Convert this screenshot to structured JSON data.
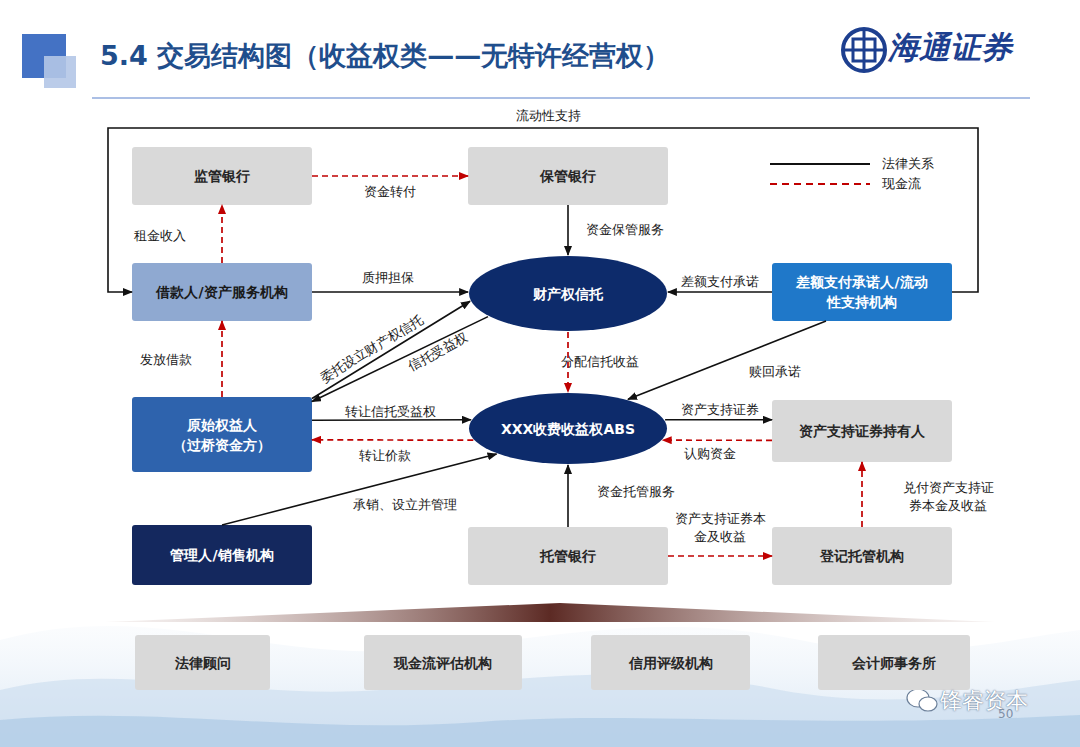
{
  "diagram": {
    "title": "5.4 交易结构图（收益权类——无特许经营权）",
    "nodes": [
      {
        "text": [
          "监管银行"
        ]
      },
      {
        "text": [
          "保管银行"
        ]
      },
      {
        "text": [
          "借款人/资产服务机构"
        ]
      },
      {
        "text": [
          "财产权信托"
        ]
      },
      {
        "text": [
          "差额支付承诺人/流动 性支持机构"
        ]
      },
      {
        "text": [
          "原始权益人 （过桥资金方）"
        ]
      },
      {
        "text": [
          "XXX收费收益权ABS"
        ]
      },
      {
        "text": [
          "资产支持证券持有人"
        ]
      },
      {
        "text": [
          "管理人/销售机构"
        ]
      },
      {
        "text": [
          "托管银行"
        ]
      },
      {
        "text": [
          "登记托管机构"
        ]
      },
      {
        "text": [
          "法律顾问"
        ]
      },
      {
        "text": [
          "现金流评估机构"
        ]
      },
      {
        "text": [
          "信用评级机构"
        ]
      },
      {
        "text": [
          "会计师事务所"
        ]
      }
    ],
    "edges": [
      {
        "from": 4,
        "to": 2,
        "label": "流动性支持",
        "arrow": "to"
      },
      {
        "from": 0,
        "to": 1,
        "label": "资金转付",
        "arrow": "to"
      },
      {
        "from": 2,
        "to": 0,
        "label": "租金收入",
        "arrow": "to"
      },
      {
        "from": 1,
        "to": 3,
        "label": "资金保管服务",
        "arrow": "to"
      },
      {
        "from": 2,
        "to": 3,
        "label": "质押担保",
        "arrow": "to"
      },
      {
        "from": 4,
        "to": 3,
        "label": "差额支付承诺",
        "arrow": "to"
      },
      {
        "from": 5,
        "to": 2,
        "label": "发放借款",
        "arrow": "to"
      },
      {
        "from": 5,
        "to": 3,
        "label": "委托设立财产权信托",
        "arrow": "to"
      },
      {
        "from": 3,
        "to": 5,
        "label": "信托受益权",
        "arrow": "to"
      },
      {
        "from": 3,
        "to": 6,
        "label": "分配信托收益",
        "arrow": "to"
      },
      {
        "from": 4,
        "to": 6,
        "label": "赎回承诺",
        "arrow": "to"
      },
      {
        "from": 5,
        "to": 6,
        "label": "转让信托受益权",
        "arrow": "to"
      },
      {
        "from": 6,
        "to": 5,
        "label": "转让价款",
        "arrow": "to"
      },
      {
        "from": 8,
        "to": 6,
        "label": "承销、设立并管理",
        "arrow": "to"
      },
      {
        "from": 6,
        "to": 7,
        "label": "资产支持证券",
        "arrow": "to"
      },
      {
        "from": 7,
        "to": 6,
        "label": "认购资金",
        "arrow": "to"
      },
      {
        "from": 9,
        "to": 6,
        "label": "资金托管服务",
        "arrow": "to"
      },
      {
        "from": 9,
        "to": 10,
        "label": "资产支持证券本 金及收益",
        "arrow": "to"
      },
      {
        "from": 10,
        "to": 7,
        "label": "兑付资产支持证 券本金及收益",
        "arrow": "to"
      }
    ],
    "labels": [
      "海通证券",
      "锋睿资本",
      "50"
    ],
    "legend": [
      {
        "text": "法律关系"
      },
      {
        "text": "现金流"
      }
    ]
  }
}
